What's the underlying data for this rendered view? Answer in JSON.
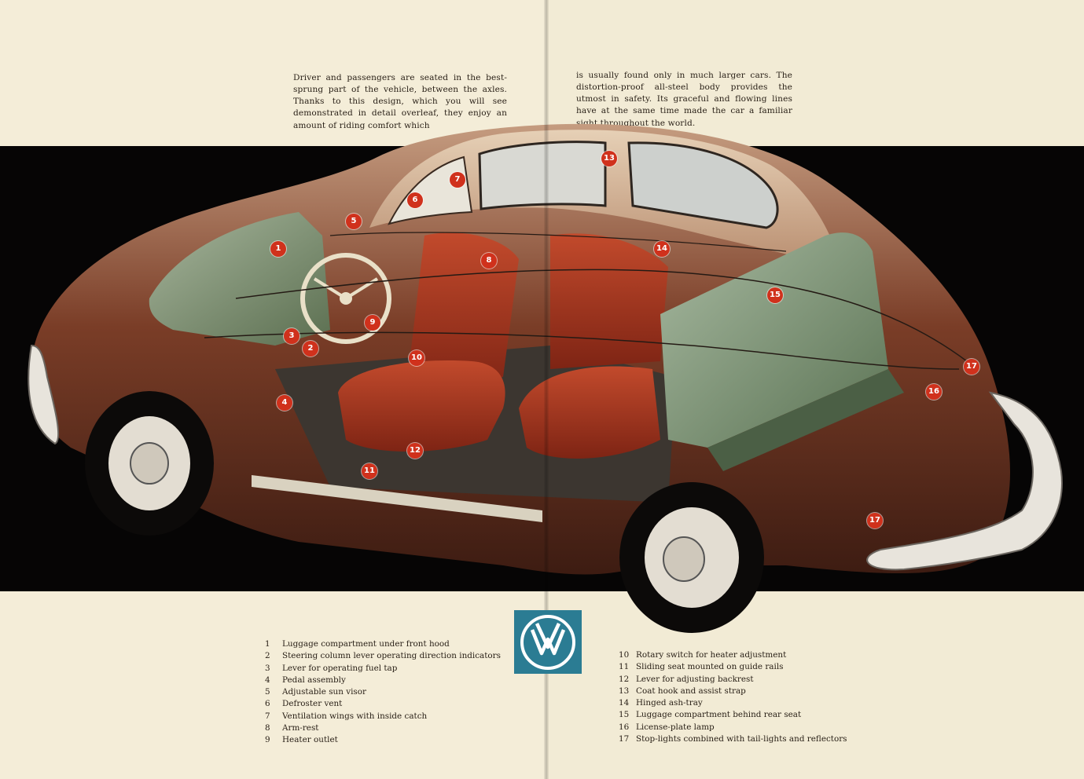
{
  "intro": {
    "left": "Driver and passengers are seated in the best-sprung part of the vehicle, between the axles. Thanks to this design, which you will see demonstrated in detail overleaf, they enjoy an amount of riding comfort which",
    "right": "is usually found only in much larger cars. The distortion-proof all-steel body provides the utmost in safety. Its graceful and flowing lines have at the same time made the car a familiar sight throughout the world."
  },
  "callouts": [
    "1",
    "2",
    "3",
    "4",
    "5",
    "6",
    "7",
    "8",
    "9",
    "10",
    "11",
    "12",
    "13",
    "14",
    "15",
    "16",
    "17",
    "17"
  ],
  "legend": {
    "left": [
      {
        "num": "1",
        "text": "Luggage compartment under front hood"
      },
      {
        "num": "2",
        "text": "Steering column lever operating direction indicators"
      },
      {
        "num": "3",
        "text": "Lever for operating fuel tap"
      },
      {
        "num": "4",
        "text": "Pedal assembly"
      },
      {
        "num": "5",
        "text": "Adjustable sun visor"
      },
      {
        "num": "6",
        "text": "Defroster vent"
      },
      {
        "num": "7",
        "text": "Ventilation wings with inside catch"
      },
      {
        "num": "8",
        "text": "Arm-rest"
      },
      {
        "num": "9",
        "text": "Heater outlet"
      }
    ],
    "right": [
      {
        "num": "10",
        "text": "Rotary switch for heater adjustment"
      },
      {
        "num": "11",
        "text": "Sliding seat mounted on guide rails"
      },
      {
        "num": "12",
        "text": "Lever for adjusting backrest"
      },
      {
        "num": "13",
        "text": "Coat hook and assist strap"
      },
      {
        "num": "14",
        "text": "Hinged ash-tray"
      },
      {
        "num": "15",
        "text": "Luggage compartment behind rear seat"
      },
      {
        "num": "16",
        "text": "License-plate lamp"
      },
      {
        "num": "17",
        "text": "Stop-lights combined with tail-lights and reflectors"
      }
    ]
  },
  "colors": {
    "paper": "#f4edd8",
    "band": "#060505",
    "body": "#6e3624",
    "interior": "#a8331d",
    "luggage": "#6f8a68",
    "callout": "#d0311c",
    "logo": "#2b7c93"
  },
  "logo_icon": "vw-logo-icon"
}
